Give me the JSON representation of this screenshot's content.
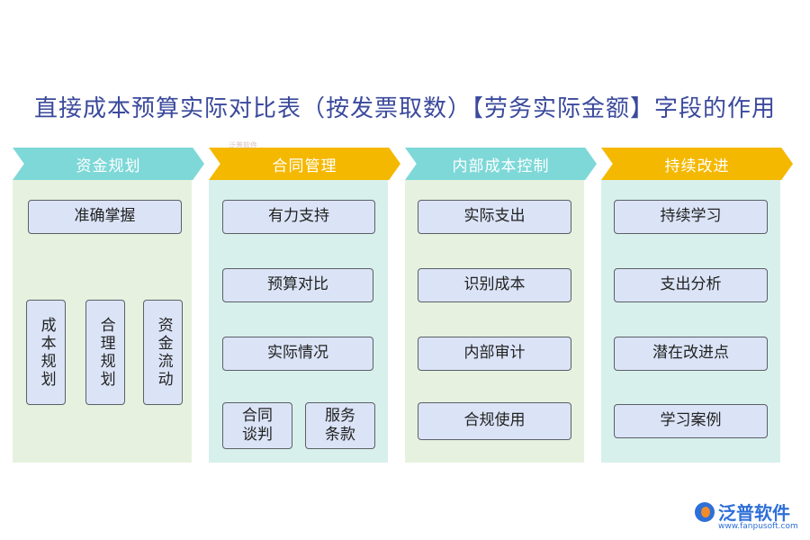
{
  "title": "直接成本预算实际对比表（按发票取数）【劳务实际金额】字段的作用",
  "colors": {
    "title": "#3b4a9c",
    "teal": "#7ed8d8",
    "amber": "#f5b800",
    "green_panel": "#e6f2df",
    "teal_panel": "#d8f0ec",
    "box": "#dbe4f7"
  },
  "columns": [
    {
      "header": "资金规划",
      "items": [
        "准确掌握"
      ],
      "vertical_items": [
        "成本规划",
        "合理规划",
        "资金流动"
      ]
    },
    {
      "header": "合同管理",
      "items": [
        "有力支持",
        "预算对比",
        "实际情况"
      ],
      "small_items": [
        "合同谈判",
        "服务条款"
      ]
    },
    {
      "header": "内部成本控制",
      "items": [
        "实际支出",
        "识别成本",
        "内部审计",
        "合规使用"
      ]
    },
    {
      "header": "持续改进",
      "items": [
        "持续学习",
        "支出分析",
        "潜在改进点",
        "学习案例"
      ]
    }
  ],
  "watermark": "泛普软件",
  "logo": {
    "name": "泛普软件",
    "url": "www.fanpusoft.com",
    "icon": "fanpu-logo-icon"
  }
}
